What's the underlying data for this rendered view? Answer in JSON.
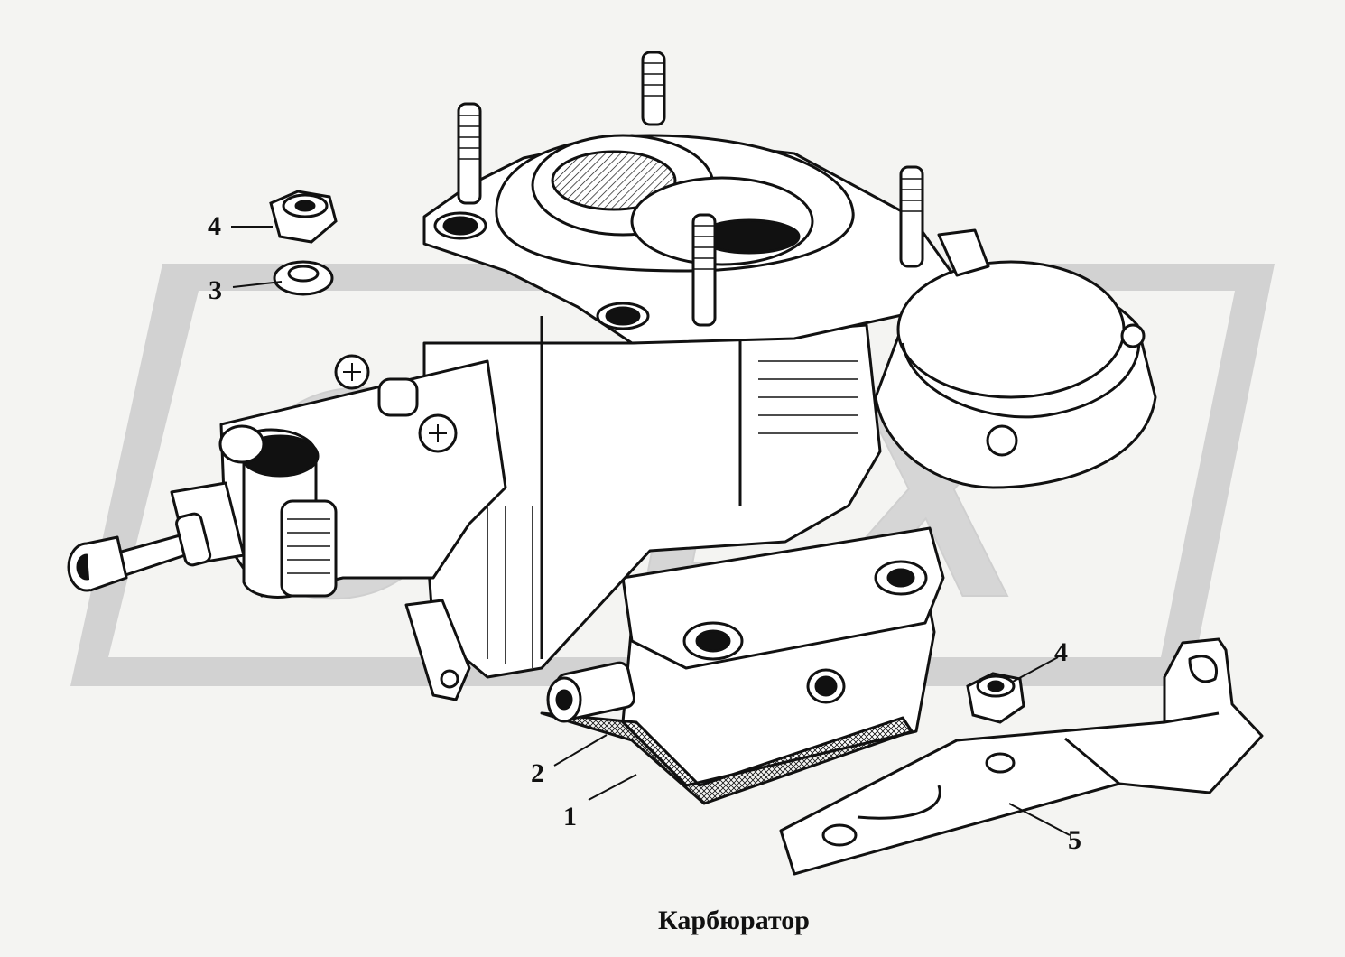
{
  "figure": {
    "caption": "Карбюратор",
    "colors": {
      "background": "#f4f4f2",
      "watermark_fill": "#cfcfcf",
      "watermark_frame": "#d9d9d9",
      "line": "#111111",
      "part_fill": "#ffffff"
    }
  },
  "callouts": [
    {
      "id": "1",
      "label": "1",
      "part": "gasket"
    },
    {
      "id": "2",
      "label": "2",
      "part": "insulating-spacer"
    },
    {
      "id": "3",
      "label": "3",
      "part": "washer"
    },
    {
      "id": "4a",
      "label": "4",
      "part": "nut"
    },
    {
      "id": "4b",
      "label": "4",
      "part": "nut"
    },
    {
      "id": "5",
      "label": "5",
      "part": "bracket"
    }
  ]
}
